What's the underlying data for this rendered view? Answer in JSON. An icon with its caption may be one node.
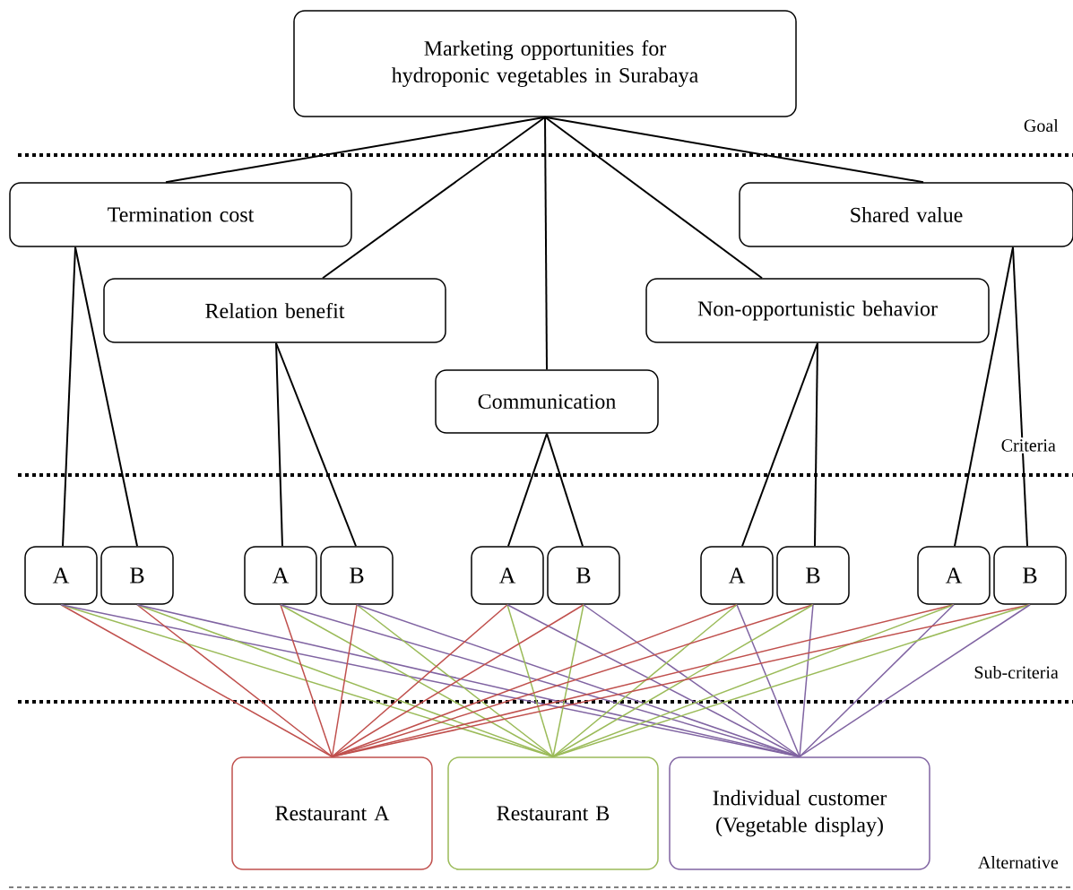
{
  "diagram": {
    "nodes": [
      {
        "text": [
          "Marketing opportunities for hydroponic vegetables in Surabaya"
        ]
      },
      {
        "text": [
          "Termination cost"
        ]
      },
      {
        "text": [
          "Relation benefit"
        ]
      },
      {
        "text": [
          "Communication"
        ]
      },
      {
        "text": [
          "Non-opportunistic behavior"
        ]
      },
      {
        "text": [
          "Shared value"
        ]
      },
      {
        "text": [
          "A"
        ]
      },
      {
        "text": [
          "B"
        ]
      },
      {
        "text": [
          "A"
        ]
      },
      {
        "text": [
          "B"
        ]
      },
      {
        "text": [
          "A"
        ]
      },
      {
        "text": [
          "B"
        ]
      },
      {
        "text": [
          "A"
        ]
      },
      {
        "text": [
          "B"
        ]
      },
      {
        "text": [
          "A"
        ]
      },
      {
        "text": [
          "B"
        ]
      },
      {
        "text": [
          "Restaurant A"
        ]
      },
      {
        "text": [
          "Restaurant B"
        ]
      },
      {
        "text": [
          "Individual customer (Vegetable display)"
        ]
      }
    ],
    "edges": [
      {
        "from": 0,
        "to": 1,
        "arrow": "none"
      },
      {
        "from": 0,
        "to": 2,
        "arrow": "none"
      },
      {
        "from": 0,
        "to": 3,
        "arrow": "none"
      },
      {
        "from": 0,
        "to": 4,
        "arrow": "none"
      },
      {
        "from": 0,
        "to": 5,
        "arrow": "none"
      },
      {
        "from": 1,
        "to": 6,
        "arrow": "none"
      },
      {
        "from": 1,
        "to": 7,
        "arrow": "none"
      },
      {
        "from": 2,
        "to": 8,
        "arrow": "none"
      },
      {
        "from": 2,
        "to": 9,
        "arrow": "none"
      },
      {
        "from": 3,
        "to": 10,
        "arrow": "none"
      },
      {
        "from": 3,
        "to": 11,
        "arrow": "none"
      },
      {
        "from": 4,
        "to": 12,
        "arrow": "none"
      },
      {
        "from": 4,
        "to": 13,
        "arrow": "none"
      },
      {
        "from": 5,
        "to": 14,
        "arrow": "none"
      },
      {
        "from": 5,
        "to": 15,
        "arrow": "none"
      },
      {
        "from": 6,
        "to": 16,
        "arrow": "none",
        "color": "#c0504d"
      },
      {
        "from": 6,
        "to": 17,
        "arrow": "none",
        "color": "#9bbb59"
      },
      {
        "from": 6,
        "to": 18,
        "arrow": "none",
        "color": "#8064a2"
      },
      {
        "from": 7,
        "to": 16,
        "arrow": "none",
        "color": "#c0504d"
      },
      {
        "from": 7,
        "to": 17,
        "arrow": "none",
        "color": "#9bbb59"
      },
      {
        "from": 7,
        "to": 18,
        "arrow": "none",
        "color": "#8064a2"
      },
      {
        "from": 8,
        "to": 16,
        "arrow": "none",
        "color": "#c0504d"
      },
      {
        "from": 8,
        "to": 17,
        "arrow": "none",
        "color": "#9bbb59"
      },
      {
        "from": 8,
        "to": 18,
        "arrow": "none",
        "color": "#8064a2"
      },
      {
        "from": 9,
        "to": 16,
        "arrow": "none",
        "color": "#c0504d"
      },
      {
        "from": 9,
        "to": 17,
        "arrow": "none",
        "color": "#9bbb59"
      },
      {
        "from": 9,
        "to": 18,
        "arrow": "none",
        "color": "#8064a2"
      },
      {
        "from": 10,
        "to": 16,
        "arrow": "none",
        "color": "#c0504d"
      },
      {
        "from": 10,
        "to": 17,
        "arrow": "none",
        "color": "#9bbb59"
      },
      {
        "from": 10,
        "to": 18,
        "arrow": "none",
        "color": "#8064a2"
      },
      {
        "from": 11,
        "to": 16,
        "arrow": "none",
        "color": "#c0504d"
      },
      {
        "from": 11,
        "to": 17,
        "arrow": "none",
        "color": "#9bbb59"
      },
      {
        "from": 11,
        "to": 18,
        "arrow": "none",
        "color": "#8064a2"
      },
      {
        "from": 12,
        "to": 16,
        "arrow": "none",
        "color": "#c0504d"
      },
      {
        "from": 12,
        "to": 17,
        "arrow": "none",
        "color": "#9bbb59"
      },
      {
        "from": 12,
        "to": 18,
        "arrow": "none",
        "color": "#8064a2"
      },
      {
        "from": 13,
        "to": 16,
        "arrow": "none",
        "color": "#c0504d"
      },
      {
        "from": 13,
        "to": 17,
        "arrow": "none",
        "color": "#9bbb59"
      },
      {
        "from": 13,
        "to": 18,
        "arrow": "none",
        "color": "#8064a2"
      },
      {
        "from": 14,
        "to": 16,
        "arrow": "none",
        "color": "#c0504d"
      },
      {
        "from": 14,
        "to": 17,
        "arrow": "none",
        "color": "#9bbb59"
      },
      {
        "from": 14,
        "to": 18,
        "arrow": "none",
        "color": "#8064a2"
      },
      {
        "from": 15,
        "to": 16,
        "arrow": "none",
        "color": "#c0504d"
      },
      {
        "from": 15,
        "to": 17,
        "arrow": "none",
        "color": "#9bbb59"
      },
      {
        "from": 15,
        "to": 18,
        "arrow": "none",
        "color": "#8064a2"
      }
    ],
    "labels": [
      "Goal",
      "Criteria",
      "Sub-criteria",
      "Alternative"
    ]
  }
}
